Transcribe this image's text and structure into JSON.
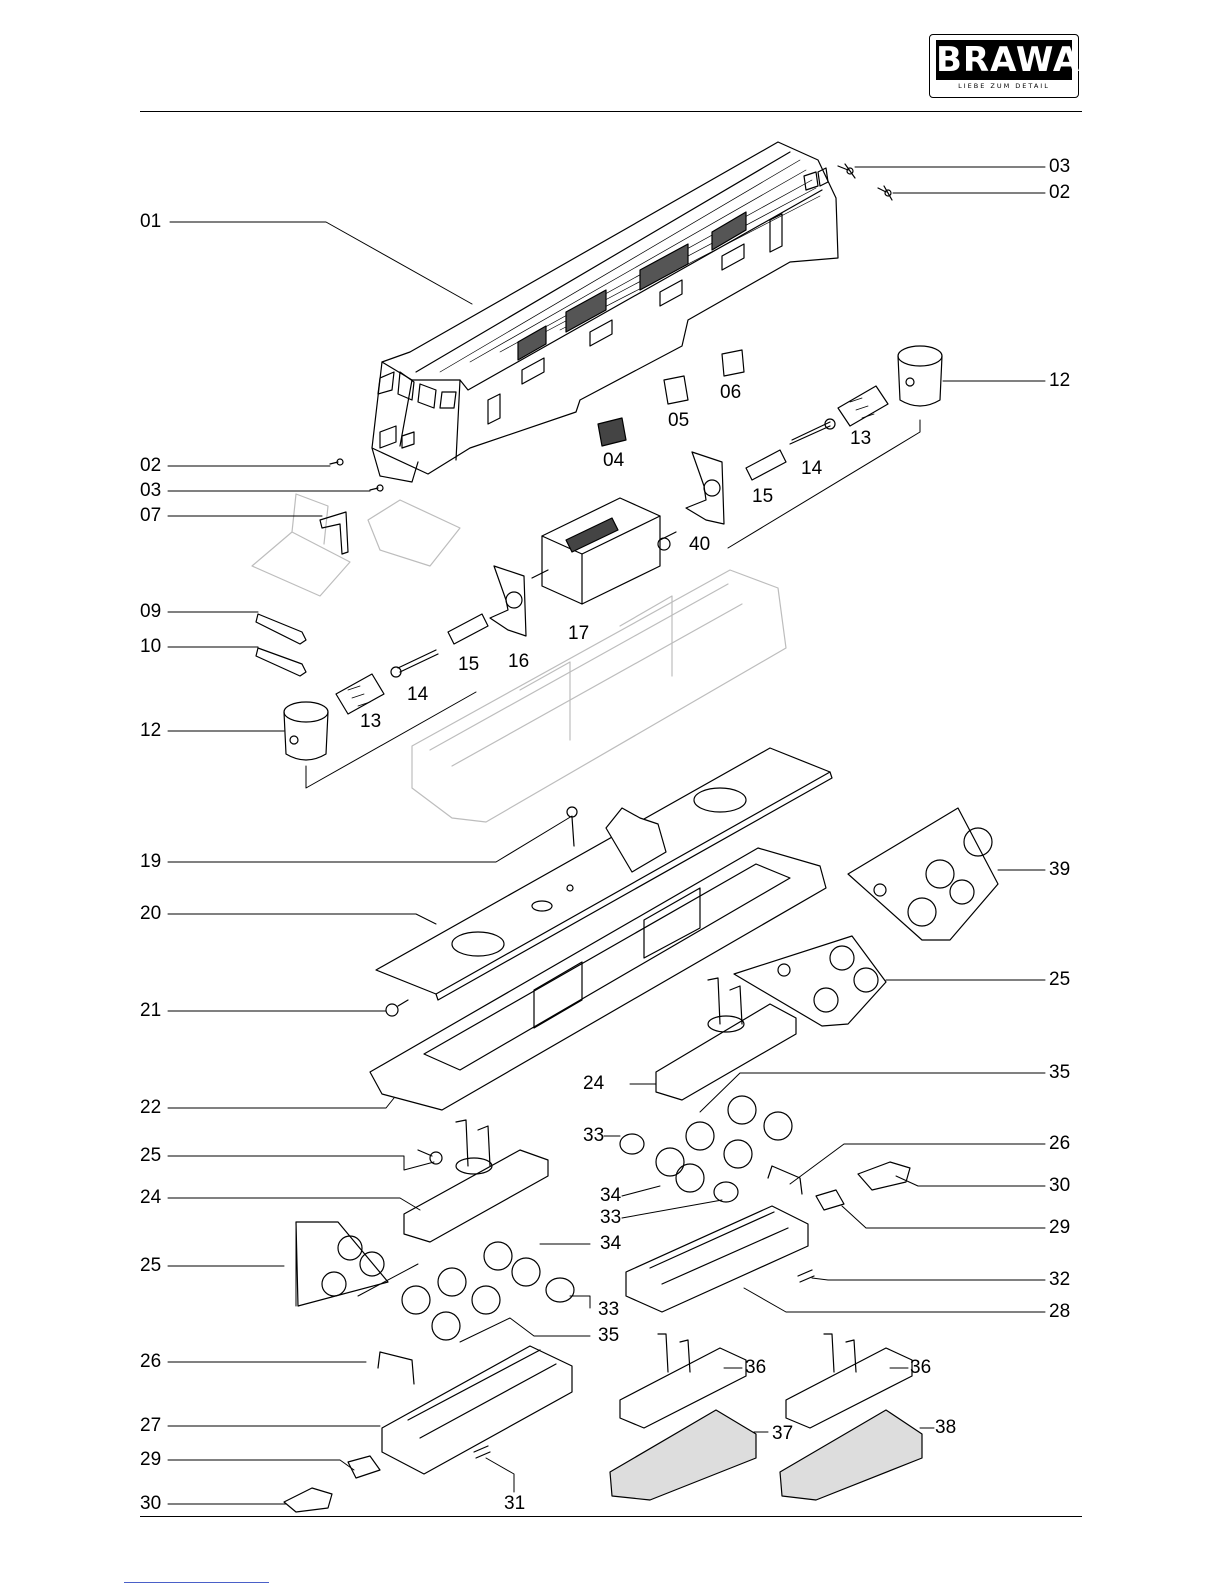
{
  "brand": {
    "name": "BRAWA",
    "tagline": "LIEBE ZUM DETAIL"
  },
  "labels": {
    "p01": "01",
    "p02": "02",
    "p03": "03",
    "p04": "04",
    "p05": "05",
    "p06": "06",
    "p07": "07",
    "p09": "09",
    "p10": "10",
    "p12": "12",
    "p13": "13",
    "p14": "14",
    "p15": "15",
    "p16": "16",
    "p17": "17",
    "p19": "19",
    "p20": "20",
    "p21": "21",
    "p22": "22",
    "p24": "24",
    "p25": "25",
    "p26": "26",
    "p27": "27",
    "p28": "28",
    "p29": "29",
    "p30": "30",
    "p31": "31",
    "p32": "32",
    "p33": "33",
    "p34": "34",
    "p35": "35",
    "p36": "36",
    "p37": "37",
    "p38": "38",
    "p39": "39",
    "p40": "40"
  },
  "colors": {
    "line": "#000000",
    "ghost": "#bdbdbd",
    "link": "#4a60c8"
  }
}
